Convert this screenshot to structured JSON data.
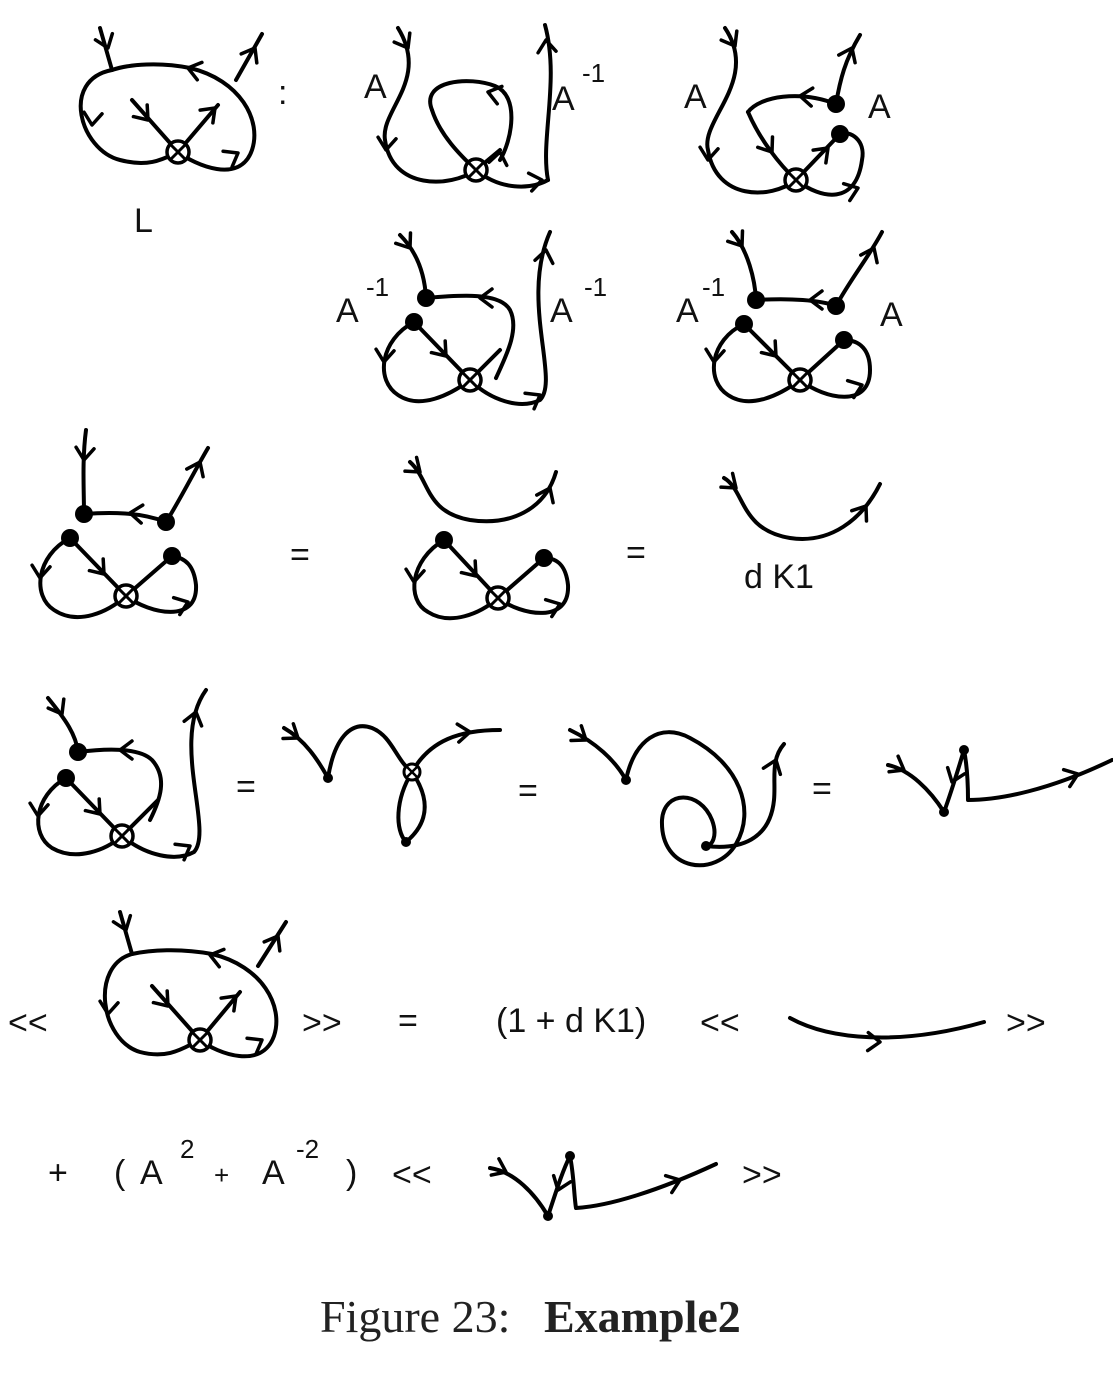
{
  "labels": {
    "L": "L",
    "colon": ":",
    "A": "A",
    "minus_one": "-1",
    "equals": "=",
    "dK1": "d K1",
    "open_bracket": "<<",
    "close_bracket": ">>",
    "one_plus_dK1": "(1 + d K1)",
    "plus": "+",
    "open_paren": "(",
    "close_paren": ")",
    "A2": "A",
    "two": "2",
    "small_plus": "+",
    "A_neg2": "A",
    "neg_two": "-2"
  },
  "caption": {
    "prefix": "Figure 23:",
    "title": "Example2"
  }
}
